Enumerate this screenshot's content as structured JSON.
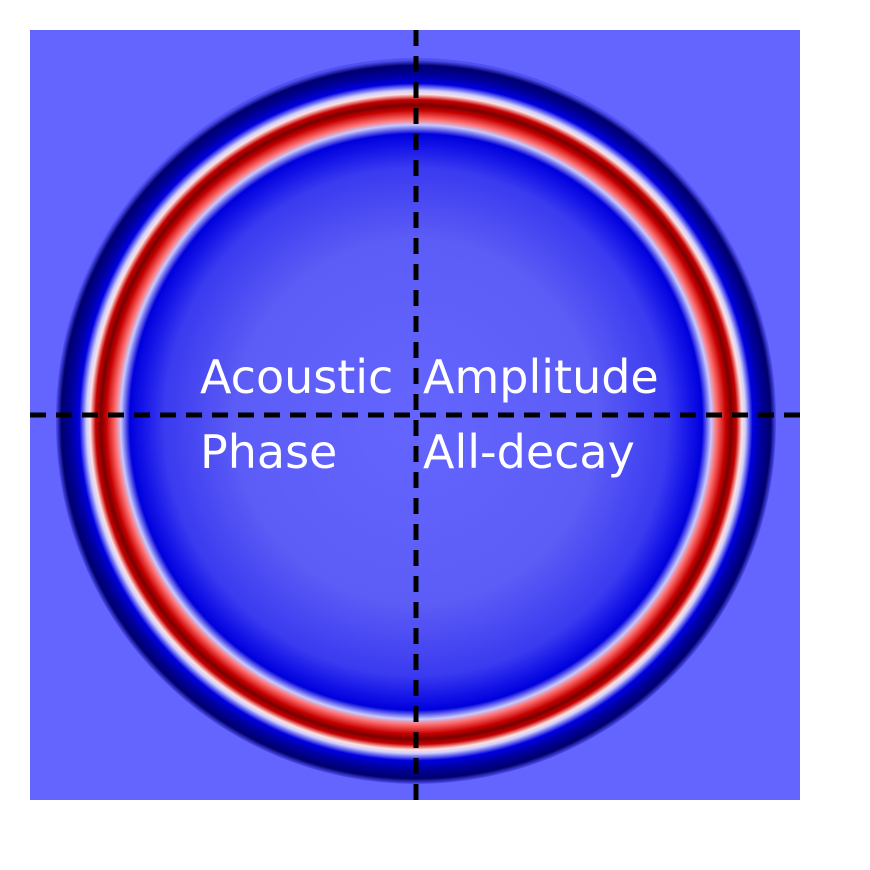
{
  "labels": {
    "top_left": "Acoustic",
    "top_right": "Amplitude",
    "bottom_left": "Phase",
    "bottom_right": "All-decay"
  },
  "colors": {
    "background_field": "#6464ff",
    "ring_red": "#c80000",
    "ring_dark": "#6a0000",
    "ring_blue": "#0000e6",
    "ring_navy": "#00006e",
    "divider": "#000000",
    "label_text": "#ffffff"
  }
}
